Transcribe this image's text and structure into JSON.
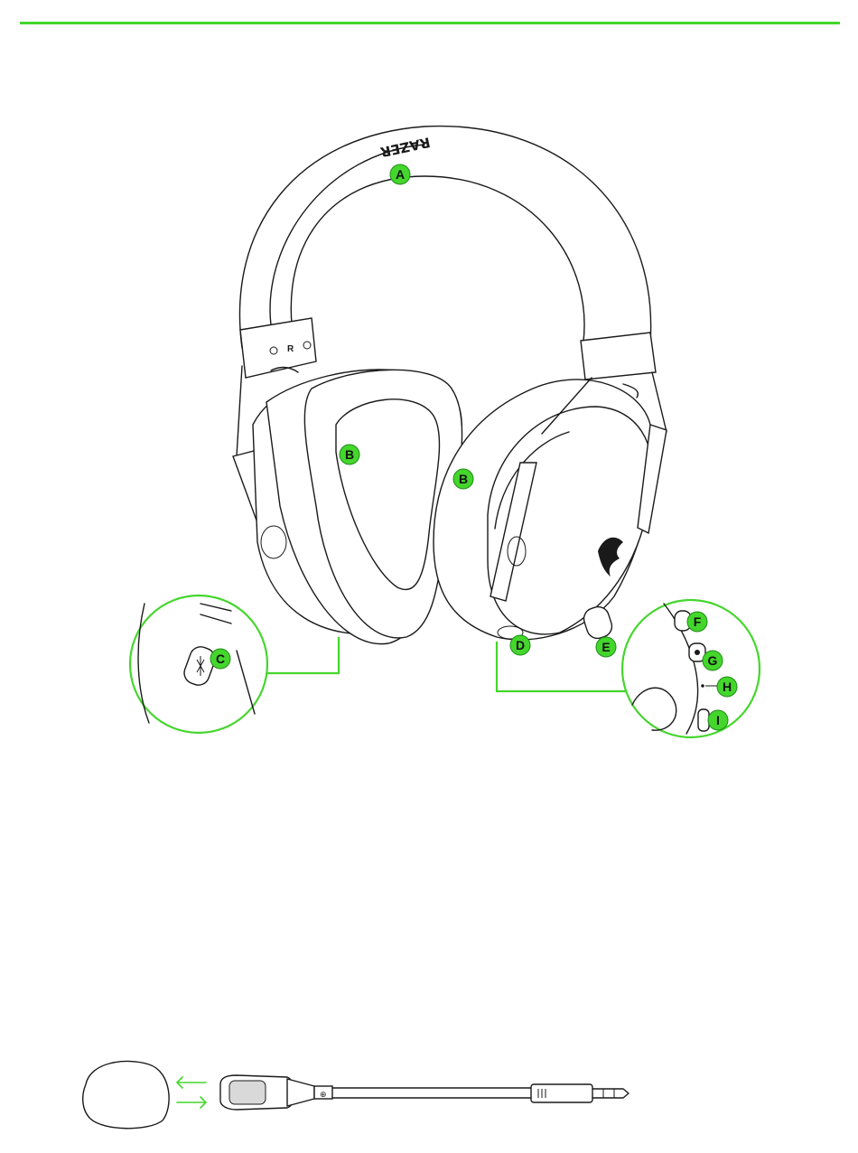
{
  "callouts": {
    "A": "A",
    "B1": "B",
    "B2": "B",
    "C": "C",
    "D": "D",
    "E": "E",
    "F": "F",
    "G": "G",
    "H": "H",
    "I": "I"
  },
  "headband_lettering": "RAZER",
  "slider_letter": "R",
  "colors": {
    "accent": "#44d62c",
    "line": "#1a1a1a",
    "background": "#ffffff"
  },
  "icons": [
    "headset-illustration",
    "bluetooth-icon",
    "razer-logo-icon",
    "microphone-illustration",
    "foam-cover",
    "insert-arrow-icon",
    "remove-arrow-icon"
  ]
}
